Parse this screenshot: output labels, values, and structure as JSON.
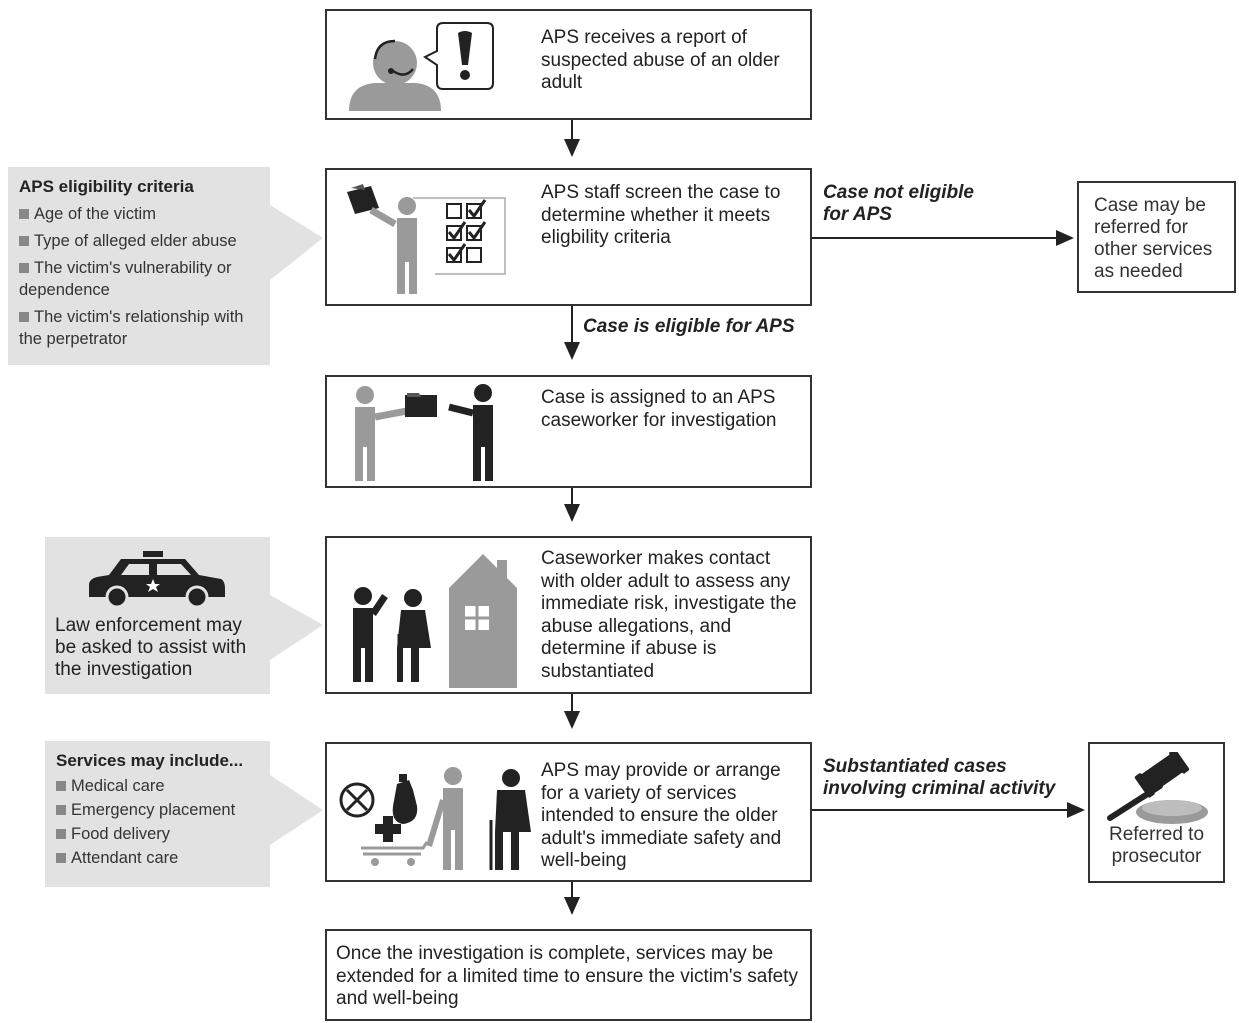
{
  "steps": {
    "report": "APS receives a report of suspected abuse of an older adult",
    "screen": "APS staff screen the case to determine whether it meets eligbility criteria",
    "assign": "Case is assigned to an APS caseworker for investigation",
    "contact": "Caseworker makes contact with older adult to assess any immediate risk, investigate the abuse allegations, and determine if abuse is substantiated",
    "services": "APS may provide or arrange for a variety of services intended to ensure the older adult's immediate safety and well-being",
    "final": "Once the investigation is complete, services may be extended for a limited time to ensure the victim's safety and well-being"
  },
  "eligibility": {
    "heading": "APS eligibility criteria",
    "items": [
      "Age of the victim",
      "Type of alleged elder abuse",
      "The victim's vulnerability or dependence",
      "The victim's relationship with the perpetrator"
    ]
  },
  "law": {
    "text": "Law enforcement may be asked to assist with the investigation"
  },
  "services_box": {
    "heading": "Services may include...",
    "items": [
      "Medical care",
      "Emergency placement",
      "Food delivery",
      "Attendant care"
    ]
  },
  "branches": {
    "not_eligible": "Case not eligible for APS",
    "eligible": "Case is eligible for APS",
    "substantiated": "Substantiated cases involving criminal activity"
  },
  "outcomes": {
    "other_services": "Case may be referred for other services as needed",
    "prosecutor": "Referred to prosecutor"
  },
  "icons": {
    "report": "person-headset-alert-icon",
    "screen": "person-checklist-icon",
    "assign": "handoff-folder-icon",
    "contact": "caseworker-elder-house-icon",
    "services": "services-people-icon",
    "car": "police-car-icon",
    "gavel": "gavel-icon"
  }
}
